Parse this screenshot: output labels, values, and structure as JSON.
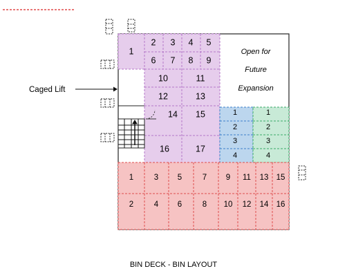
{
  "colors": {
    "purple_fill": "#e6cdec",
    "purple_line": "#b476c8",
    "blue_fill": "#bcd6ee",
    "blue_line": "#3d7fc9",
    "green_fill": "#c8ead7",
    "green_line": "#3aaa6a",
    "red_fill": "#f6c3c3",
    "red_line": "#dd4d4d",
    "outline": "#222222",
    "top_mark": "#e04a4a"
  },
  "diagram": {
    "caption": "BIN DECK - BIN LAYOUT",
    "lift_label": "Caged Lift",
    "open_area": [
      "Open for",
      "Future",
      "Expansion"
    ],
    "purple_bins": [
      "1",
      "2",
      "3",
      "4",
      "5",
      "6",
      "7",
      "8",
      "9",
      "10",
      "11",
      "12",
      "13",
      "14",
      "15",
      "16",
      "17"
    ],
    "blue_bins": [
      "1",
      "2",
      "3",
      "4"
    ],
    "green_bins": [
      "1",
      "2",
      "3",
      "4"
    ],
    "red_bins_top": [
      "1",
      "3",
      "5",
      "7",
      "9",
      "11",
      "13",
      "15"
    ],
    "red_bins_bottom": [
      "2",
      "4",
      "6",
      "8",
      "10",
      "12",
      "14",
      "16"
    ]
  }
}
